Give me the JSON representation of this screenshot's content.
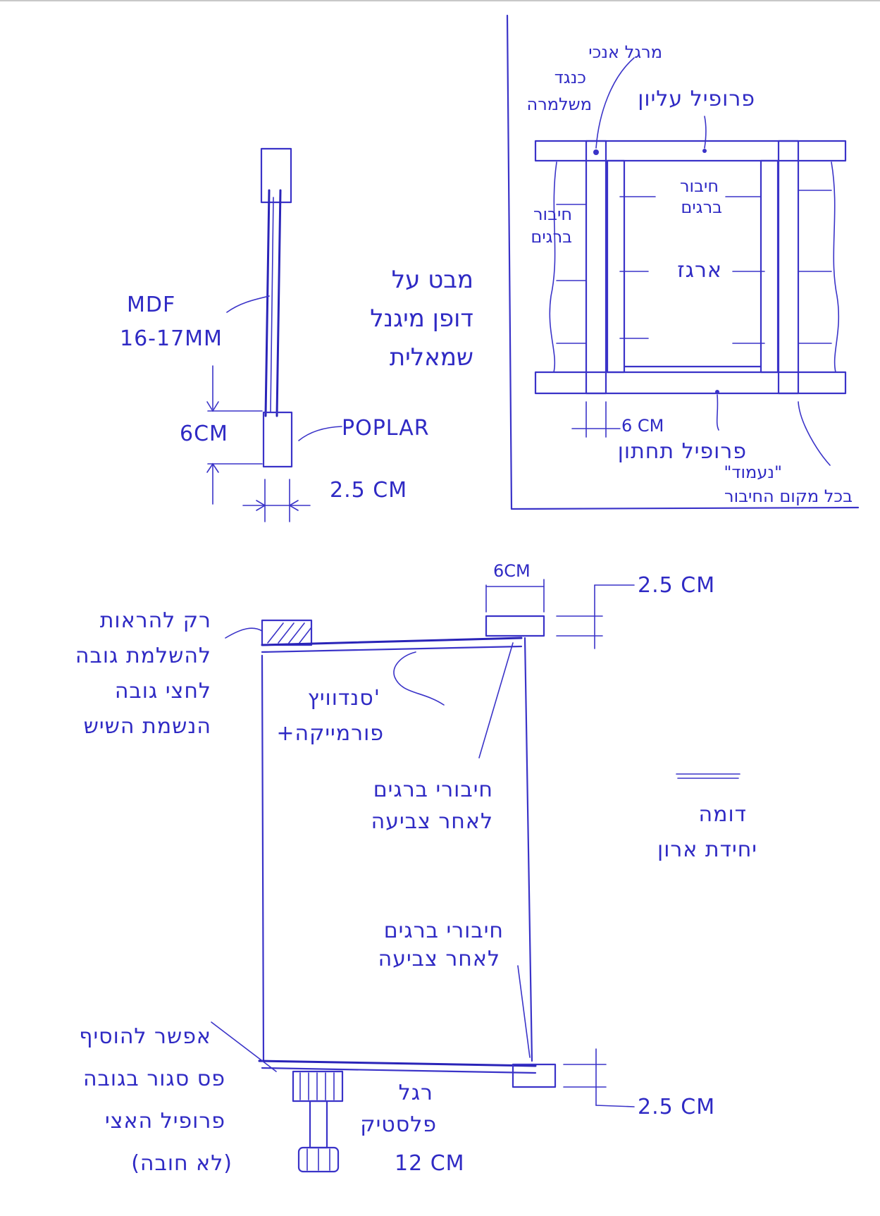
{
  "colors": {
    "ink": "#3a33c8",
    "paper": "#ffffff"
  },
  "side_section": {
    "mdf_label": "MDF",
    "mdf_thickness": "16-17MM",
    "poplar_label": "POPLAR",
    "height_dim": "6CM",
    "width_dim": "2.5 CM",
    "note_line1": "מבט על",
    "note_line2": "דופן מיגנל",
    "note_line3": "שמאלית"
  },
  "front_view": {
    "top_note_line1": "מרגל אנכי",
    "top_note_line2": "כנגד",
    "top_note_line3": "משלמרה",
    "top_rail_label": "פרופיל עליון",
    "joint_upper_line1": "חיבור",
    "joint_upper_line2": "ברגים",
    "joint_left_line1": "חיבור",
    "joint_left_line2": "ברגים",
    "center_label": "ארגז",
    "width_dim": "6 CM",
    "bottom_rail_label": "פרופיל תחתון",
    "bottom_note_line1": "\"נעמוד\"",
    "bottom_note_line2": "בכל מקום החיבור"
  },
  "cabinet": {
    "top_left_note": [
      "רק להראות",
      "להשלמת גובה",
      "לחצי גובה",
      "הנשמת השיש"
    ],
    "panel_label_line1": "סנדוויץ'",
    "panel_label_line2": "+פורמייקה",
    "joint_top_line1": "חיבורי ברגים",
    "joint_top_line2": "לאחר צביעה",
    "joint_bottom_line1": "חיבורי ברגים",
    "joint_bottom_line2": "לאחר צביעה",
    "side_note_line1": "דומה",
    "side_note_line2": "יחידת ארון",
    "top_block_width": "6CM",
    "top_block_height": "2.5 CM",
    "bottom_block_height": "2.5 CM",
    "leg_label_line1": "רגל",
    "leg_label_line2": "פלסטיק",
    "leg_height": "12 CM",
    "bottom_left_note": [
      "אפשר להוסיף",
      "פס סגור בגובה",
      "פרופיל האצי",
      "(לא חובה)"
    ]
  }
}
